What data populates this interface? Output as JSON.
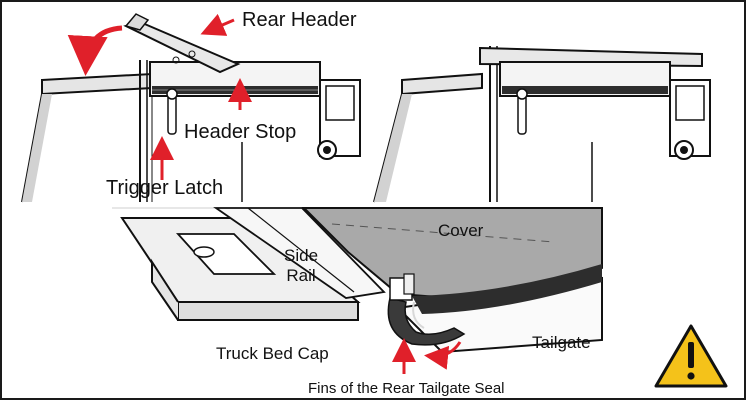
{
  "labels": {
    "rear_header": "Rear Header",
    "header_stop": "Header Stop",
    "trigger_latch": "Trigger Latch",
    "cover": "Cover",
    "side_rail": "Side\nRail",
    "tailgate": "Tailgate",
    "truck_bed_cap": "Truck Bed Cap",
    "fins_seal": "Fins of the Rear Tailgate Seal"
  },
  "colors": {
    "arrow_red": "#e0202a",
    "warning_yellow": "#f4c21a",
    "rail_gray": "#c9c9c9",
    "cover_gray": "#a9a9a9",
    "seal_dark": "#2d2d2d"
  },
  "icons": [
    "warning-icon"
  ]
}
